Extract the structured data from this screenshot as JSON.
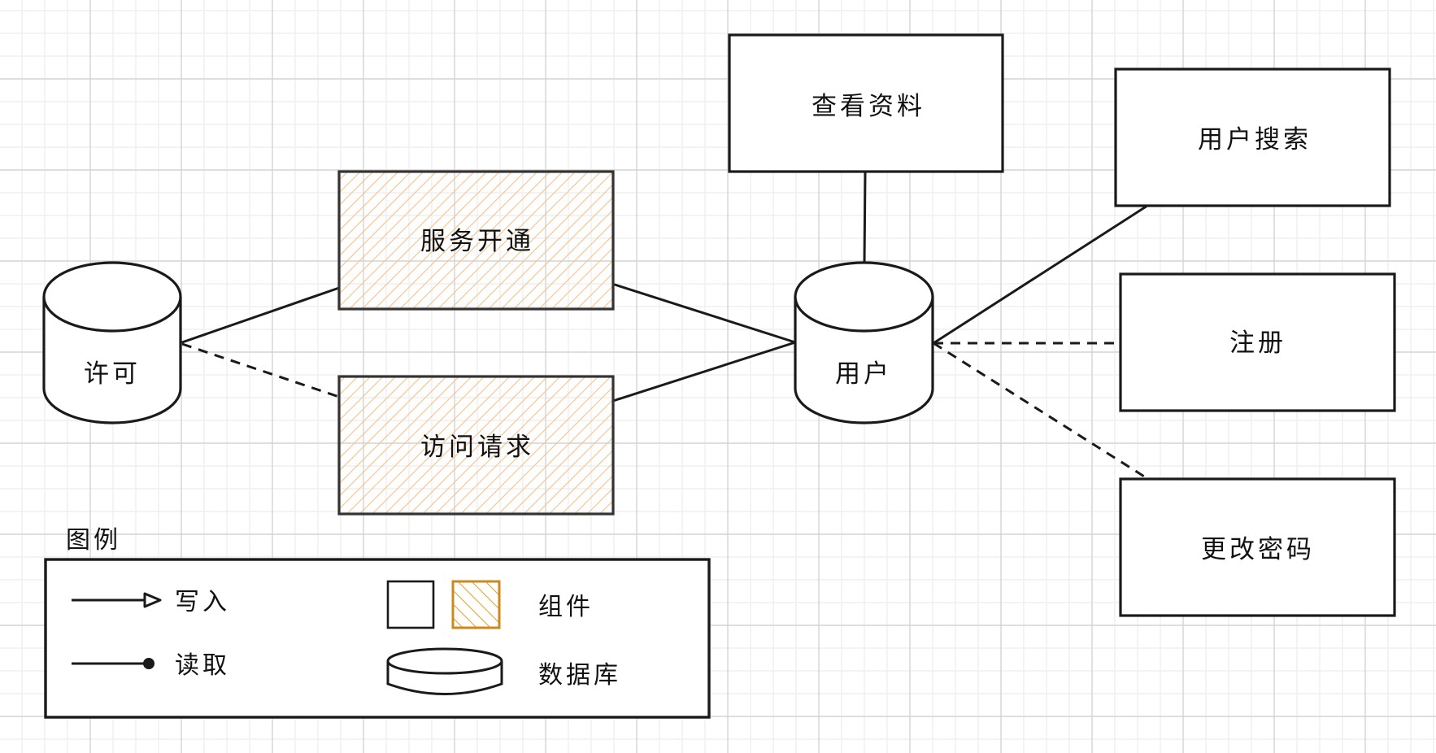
{
  "colors": {
    "stroke": "#1a1a1a",
    "hatch": "#f5c28a",
    "legend_hatch_stroke": "#c98a1f",
    "legend_hatch": "#e3a32e",
    "grid_major": "#d4d4d4",
    "grid_minor": "#efefef"
  },
  "nodes": {
    "license_db": {
      "label": "许可",
      "kind": "database"
    },
    "service_provisioning": {
      "label": "服务开通",
      "kind": "component-hatched"
    },
    "access_request": {
      "label": "访问请求",
      "kind": "component-hatched"
    },
    "view_profile": {
      "label": "查看资料",
      "kind": "component"
    },
    "user_db": {
      "label": "用户",
      "kind": "database"
    },
    "user_search": {
      "label": "用户搜索",
      "kind": "component"
    },
    "register": {
      "label": "注册",
      "kind": "component"
    },
    "change_password": {
      "label": "更改密码",
      "kind": "component"
    }
  },
  "edges": [
    {
      "from": "license_db",
      "to": "service_provisioning",
      "style": "solid"
    },
    {
      "from": "license_db",
      "to": "access_request",
      "style": "dashed"
    },
    {
      "from": "service_provisioning",
      "to": "user_db",
      "style": "solid"
    },
    {
      "from": "access_request",
      "to": "user_db",
      "style": "solid"
    },
    {
      "from": "view_profile",
      "to": "user_db",
      "style": "solid"
    },
    {
      "from": "user_db",
      "to": "user_search",
      "style": "solid"
    },
    {
      "from": "user_db",
      "to": "register",
      "style": "dashed"
    },
    {
      "from": "user_db",
      "to": "change_password",
      "style": "dashed"
    }
  ],
  "legend": {
    "title": "图例",
    "write_label": "写入",
    "read_label": "读取",
    "component_label": "组件",
    "database_label": "数据库"
  }
}
